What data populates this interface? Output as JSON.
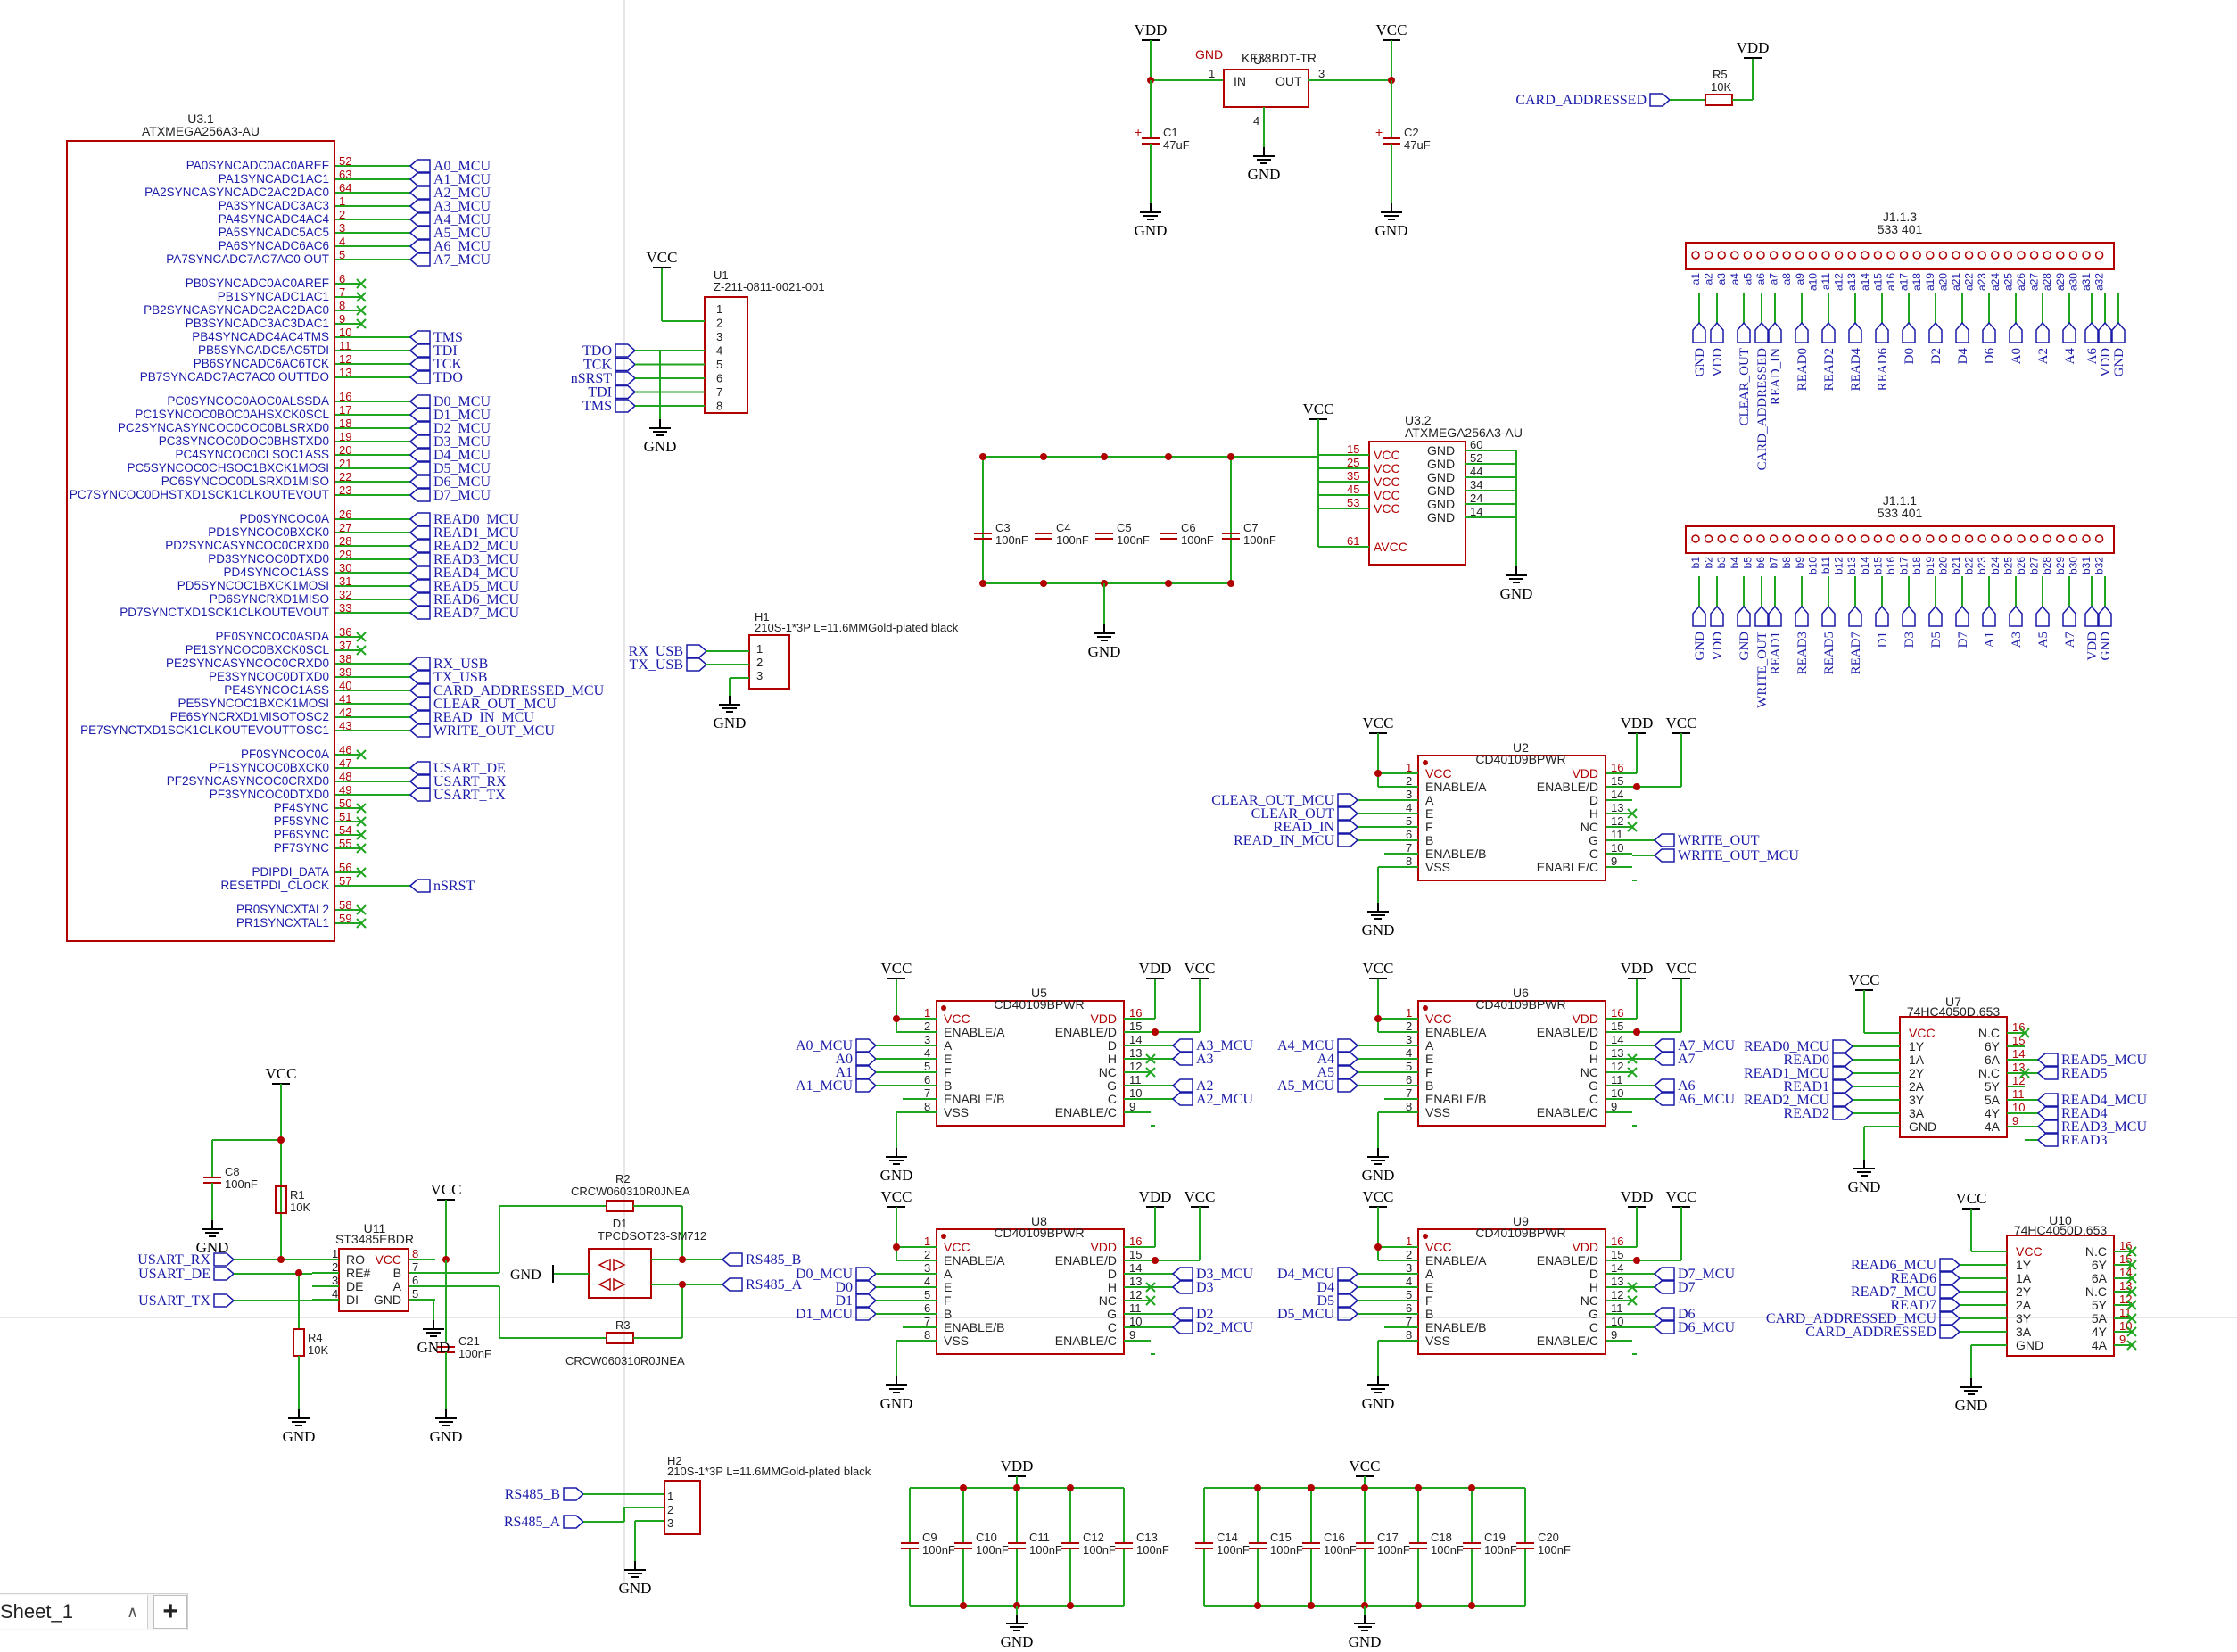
{
  "sheet": {
    "tab_label": "Sheet_1",
    "add_label": "+",
    "dropdown_icon": "chevron-up-icon"
  },
  "colors": {
    "wire": "#1fa51f",
    "body": "#b00000",
    "pin_text": "#b00000",
    "net_label": "#1a1aa8",
    "text": "#222222",
    "power": "#000000",
    "noconnect": "#1fa51f"
  },
  "mcu": {
    "ref": "U3.1",
    "part": "ATXMEGA256A3-AU",
    "pins": [
      {
        "name": "PA0SYNCADC0AC0AREF",
        "num": "52",
        "net": "A0_MCU"
      },
      {
        "name": "PA1SYNCADC1AC1",
        "num": "63",
        "net": "A1_MCU"
      },
      {
        "name": "PA2SYNCASYNCADC2AC2DAC0",
        "num": "64",
        "net": "A2_MCU"
      },
      {
        "name": "PA3SYNCADC3AC3",
        "num": "1",
        "net": "A3_MCU"
      },
      {
        "name": "PA4SYNCADC4AC4",
        "num": "2",
        "net": "A4_MCU"
      },
      {
        "name": "PA5SYNCADC5AC5",
        "num": "3",
        "net": "A5_MCU"
      },
      {
        "name": "PA6SYNCADC6AC6",
        "num": "4",
        "net": "A6_MCU"
      },
      {
        "name": "PA7SYNCADC7AC7AC0 OUT",
        "num": "5",
        "net": "A7_MCU"
      },
      {
        "gap": true
      },
      {
        "name": "PB0SYNCADC0AC0AREF",
        "num": "6",
        "net": ""
      },
      {
        "name": "PB1SYNCADC1AC1",
        "num": "7",
        "net": ""
      },
      {
        "name": "PB2SYNCASYNCADC2AC2DAC0",
        "num": "8",
        "net": ""
      },
      {
        "name": "PB3SYNCADC3AC3DAC1",
        "num": "9",
        "net": ""
      },
      {
        "name": "PB4SYNCADC4AC4TMS",
        "num": "10",
        "net": "TMS"
      },
      {
        "name": "PB5SYNCADC5AC5TDI",
        "num": "11",
        "net": "TDI"
      },
      {
        "name": "PB6SYNCADC6AC6TCK",
        "num": "12",
        "net": "TCK"
      },
      {
        "name": "PB7SYNCADC7AC7AC0 OUTTDO",
        "num": "13",
        "net": "TDO"
      },
      {
        "gap": true
      },
      {
        "name": "PC0SYNCOC0AOC0ALSSDA",
        "num": "16",
        "net": "D0_MCU"
      },
      {
        "name": "PC1SYNCOC0BOC0AHSXCK0SCL",
        "num": "17",
        "net": "D1_MCU"
      },
      {
        "name": "PC2SYNCASYNCOC0COC0BLSRXD0",
        "num": "18",
        "net": "D2_MCU"
      },
      {
        "name": "PC3SYNCOC0DOC0BHSTXD0",
        "num": "19",
        "net": "D3_MCU"
      },
      {
        "name": "PC4SYNCOC0CLSOC1ASS",
        "num": "20",
        "net": "D4_MCU"
      },
      {
        "name": "PC5SYNCOC0CHSOC1BXCK1MOSI",
        "num": "21",
        "net": "D5_MCU"
      },
      {
        "name": "PC6SYNCOC0DLSRXD1MISO",
        "num": "22",
        "net": "D6_MCU"
      },
      {
        "name": "PC7SYNCOC0DHSTXD1SCK1CLKOUTEVOUT",
        "num": "23",
        "net": "D7_MCU"
      },
      {
        "gap": true
      },
      {
        "name": "PD0SYNCOC0A",
        "num": "26",
        "net": "READ0_MCU"
      },
      {
        "name": "PD1SYNCOC0BXCK0",
        "num": "27",
        "net": "READ1_MCU"
      },
      {
        "name": "PD2SYNCASYNCOC0CRXD0",
        "num": "28",
        "net": "READ2_MCU"
      },
      {
        "name": "PD3SYNCOC0DTXD0",
        "num": "29",
        "net": "READ3_MCU"
      },
      {
        "name": "PD4SYNCOC1ASS",
        "num": "30",
        "net": "READ4_MCU"
      },
      {
        "name": "PD5SYNCOC1BXCK1MOSI",
        "num": "31",
        "net": "READ5_MCU"
      },
      {
        "name": "PD6SYNCRXD1MISO",
        "num": "32",
        "net": "READ6_MCU"
      },
      {
        "name": "PD7SYNCTXD1SCK1CLKOUTEVOUT",
        "num": "33",
        "net": "READ7_MCU"
      },
      {
        "gap": true
      },
      {
        "name": "PE0SYNCOC0ASDA",
        "num": "36",
        "net": ""
      },
      {
        "name": "PE1SYNCOC0BXCK0SCL",
        "num": "37",
        "net": ""
      },
      {
        "name": "PE2SYNCASYNCOC0CRXD0",
        "num": "38",
        "net": "RX_USB"
      },
      {
        "name": "PE3SYNCOC0DTXD0",
        "num": "39",
        "net": "TX_USB"
      },
      {
        "name": "PE4SYNCOC1ASS",
        "num": "40",
        "net": "CARD_ADDRESSED_MCU"
      },
      {
        "name": "PE5SYNCOC1BXCK1MOSI",
        "num": "41",
        "net": "CLEAR_OUT_MCU"
      },
      {
        "name": "PE6SYNCRXD1MISOTOSC2",
        "num": "42",
        "net": "READ_IN_MCU"
      },
      {
        "name": "PE7SYNCTXD1SCK1CLKOUTEVOUTTOSC1",
        "num": "43",
        "net": "WRITE_OUT_MCU"
      },
      {
        "gap": true
      },
      {
        "name": "PF0SYNCOC0A",
        "num": "46",
        "net": ""
      },
      {
        "name": "PF1SYNCOC0BXCK0",
        "num": "47",
        "net": "USART_DE"
      },
      {
        "name": "PF2SYNCASYNCOC0CRXD0",
        "num": "48",
        "net": "USART_RX"
      },
      {
        "name": "PF3SYNCOC0DTXD0",
        "num": "49",
        "net": "USART_TX"
      },
      {
        "name": "PF4SYNC",
        "num": "50",
        "net": ""
      },
      {
        "name": "PF5SYNC",
        "num": "51",
        "net": ""
      },
      {
        "name": "PF6SYNC",
        "num": "54",
        "net": ""
      },
      {
        "name": "PF7SYNC",
        "num": "55",
        "net": ""
      },
      {
        "gap": true
      },
      {
        "name": "PDIPDI_DATA",
        "num": "56",
        "net": ""
      },
      {
        "name": "RESETPDI_CLOCK",
        "num": "57",
        "net": "nSRST"
      },
      {
        "gap": true
      },
      {
        "name": "PR0SYNCXTAL2",
        "num": "58",
        "net": ""
      },
      {
        "name": "PR1SYNCXTAL1",
        "num": "59",
        "net": ""
      }
    ]
  },
  "regulator": {
    "ref": "U4",
    "part": "KF33BDT-TR",
    "in": "IN",
    "out": "OUT",
    "gnd_label": "GND",
    "pin1": "1",
    "pin3": "3",
    "pin4": "4",
    "c1_ref": "C1",
    "c1_val": "47uF",
    "c2_ref": "C2",
    "c2_val": "47uF",
    "vdd": "VDD",
    "vcc": "VCC",
    "gnd": "GND"
  },
  "r5": {
    "ref": "R5",
    "val": "10K",
    "net": "CARD_ADDRESSED",
    "vdd": "VDD"
  },
  "jtag": {
    "ref": "U1",
    "part": "Z-211-0811-0021-001",
    "vcc": "VCC",
    "gnd": "GND",
    "pins": [
      "1",
      "2",
      "3",
      "4",
      "5",
      "6",
      "7",
      "8"
    ],
    "nets": [
      "TDO",
      "TCK",
      "nSRST",
      "TDI",
      "TMS"
    ]
  },
  "usb_header": {
    "ref": "H1",
    "part": "210S-1*3P L=11.6MMGold-plated black",
    "nets": [
      "RX_USB",
      "TX_USB"
    ],
    "pins": [
      "1",
      "2",
      "3"
    ],
    "gnd": "GND"
  },
  "rs_header": {
    "ref": "H2",
    "part": "210S-1*3P L=11.6MMGold-plated black",
    "nets": [
      "RS485_B",
      "RS485_A"
    ],
    "pins": [
      "1",
      "2",
      "3"
    ],
    "gnd": "GND"
  },
  "mcu_power": {
    "ref": "U3.2",
    "part": "ATXMEGA256A3-AU",
    "vcc": "VCC",
    "gnd": "GND",
    "left_pins": [
      {
        "num": "15",
        "name": "VCC"
      },
      {
        "num": "25",
        "name": "VCC"
      },
      {
        "num": "35",
        "name": "VCC"
      },
      {
        "num": "45",
        "name": "VCC"
      },
      {
        "num": "53",
        "name": "VCC"
      },
      {
        "num": "61",
        "name": "AVCC"
      }
    ],
    "right_pins": [
      {
        "num": "60",
        "name": "GND"
      },
      {
        "num": "52",
        "name": "GND"
      },
      {
        "num": "44",
        "name": "GND"
      },
      {
        "num": "34",
        "name": "GND"
      },
      {
        "num": "24",
        "name": "GND"
      },
      {
        "num": "14",
        "name": "GND"
      }
    ],
    "caps": [
      {
        "ref": "C3",
        "val": "100nF"
      },
      {
        "ref": "C4",
        "val": "100nF"
      },
      {
        "ref": "C5",
        "val": "100nF"
      },
      {
        "ref": "C6",
        "val": "100nF"
      },
      {
        "ref": "C7",
        "val": "100nF"
      }
    ]
  },
  "connectors": [
    {
      "ref": "J1.1.3",
      "part": "533 401",
      "pins": [
        "a1",
        "a2",
        "a3",
        "a4",
        "a5",
        "a6",
        "a7",
        "a8",
        "a9",
        "a10",
        "a11",
        "a12",
        "a13",
        "a14",
        "a15",
        "a16",
        "a17",
        "a18",
        "a19",
        "a20",
        "a21",
        "a22",
        "a23",
        "a24",
        "a25",
        "a26",
        "a27",
        "a28",
        "a29",
        "a30",
        "a31",
        "a32"
      ],
      "nets": [
        "GND",
        "VDD",
        "CLEAR_OUT",
        "CARD_ADDRESSED",
        "READ_IN",
        "READ0",
        "READ2",
        "READ4",
        "READ6",
        "D0",
        "D2",
        "D4",
        "D6",
        "A0",
        "A2",
        "A4",
        "A6",
        "VDD",
        "GND"
      ]
    },
    {
      "ref": "J1.1.1",
      "part": "533 401",
      "pins": [
        "b1",
        "b2",
        "b3",
        "b4",
        "b5",
        "b6",
        "b7",
        "b8",
        "b9",
        "b10",
        "b11",
        "b12",
        "b13",
        "b14",
        "b15",
        "b16",
        "b17",
        "b18",
        "b19",
        "b20",
        "b21",
        "b22",
        "b23",
        "b24",
        "b25",
        "b26",
        "b27",
        "b28",
        "b29",
        "b30",
        "b31",
        "b32"
      ],
      "nets": [
        "GND",
        "VDD",
        "GND",
        "WRITE_OUT",
        "READ1",
        "READ3",
        "READ5",
        "READ7",
        "D1",
        "D3",
        "D5",
        "D7",
        "A1",
        "A3",
        "A5",
        "A7",
        "VDD",
        "GND"
      ]
    }
  ],
  "buffers": [
    {
      "ref": "U2",
      "part": "CD40109BPWR",
      "vcc": "VCC",
      "vdd": "VDD",
      "gnd": "GND",
      "left": [
        "VCC",
        "ENABLE/A",
        "A",
        "E",
        "F",
        "B",
        "ENABLE/B",
        "VSS"
      ],
      "left_nums": [
        "1",
        "2",
        "3",
        "4",
        "5",
        "6",
        "7",
        "8"
      ],
      "right": [
        "VDD",
        "ENABLE/D",
        "D",
        "H",
        "NC",
        "G",
        "C",
        "ENABLE/C"
      ],
      "right_nums": [
        "16",
        "15",
        "14",
        "13",
        "12",
        "11",
        "10",
        "9"
      ],
      "in_nets": [
        "CLEAR_OUT_MCU",
        "CLEAR_OUT",
        "READ_IN",
        "READ_IN_MCU"
      ],
      "out_nets": [
        "WRITE_OUT",
        "WRITE_OUT_MCU"
      ]
    },
    {
      "ref": "U5",
      "part": "CD40109BPWR",
      "vcc": "VCC",
      "vdd": "VDD",
      "gnd": "GND",
      "left": [
        "VCC",
        "ENABLE/A",
        "A",
        "E",
        "F",
        "B",
        "ENABLE/B",
        "VSS"
      ],
      "left_nums": [
        "1",
        "2",
        "3",
        "4",
        "5",
        "6",
        "7",
        "8"
      ],
      "right": [
        "VDD",
        "ENABLE/D",
        "D",
        "H",
        "NC",
        "G",
        "C",
        "ENABLE/C"
      ],
      "right_nums": [
        "16",
        "15",
        "14",
        "13",
        "12",
        "11",
        "10",
        "9"
      ],
      "in_nets": [
        "A0_MCU",
        "A0",
        "A1",
        "A1_MCU"
      ],
      "out_nets": [
        "A3_MCU",
        "A3",
        "A2",
        "A2_MCU"
      ]
    },
    {
      "ref": "U6",
      "part": "CD40109BPWR",
      "vcc": "VCC",
      "vdd": "VDD",
      "gnd": "GND",
      "left": [
        "VCC",
        "ENABLE/A",
        "A",
        "E",
        "F",
        "B",
        "ENABLE/B",
        "VSS"
      ],
      "left_nums": [
        "1",
        "2",
        "3",
        "4",
        "5",
        "6",
        "7",
        "8"
      ],
      "right": [
        "VDD",
        "ENABLE/D",
        "D",
        "H",
        "NC",
        "G",
        "C",
        "ENABLE/C"
      ],
      "right_nums": [
        "16",
        "15",
        "14",
        "13",
        "12",
        "11",
        "10",
        "9"
      ],
      "in_nets": [
        "A4_MCU",
        "A4",
        "A5",
        "A5_MCU"
      ],
      "out_nets": [
        "A7_MCU",
        "A7",
        "A6",
        "A6_MCU"
      ]
    },
    {
      "ref": "U8",
      "part": "CD40109BPWR",
      "vcc": "VCC",
      "vdd": "VDD",
      "gnd": "GND",
      "left": [
        "VCC",
        "ENABLE/A",
        "A",
        "E",
        "F",
        "B",
        "ENABLE/B",
        "VSS"
      ],
      "left_nums": [
        "1",
        "2",
        "3",
        "4",
        "5",
        "6",
        "7",
        "8"
      ],
      "right": [
        "VDD",
        "ENABLE/D",
        "D",
        "H",
        "NC",
        "G",
        "C",
        "ENABLE/C"
      ],
      "right_nums": [
        "16",
        "15",
        "14",
        "13",
        "12",
        "11",
        "10",
        "9"
      ],
      "in_nets": [
        "D0_MCU",
        "D0",
        "D1",
        "D1_MCU"
      ],
      "out_nets": [
        "D3_MCU",
        "D3",
        "D2",
        "D2_MCU"
      ]
    },
    {
      "ref": "U9",
      "part": "CD40109BPWR",
      "vcc": "VCC",
      "vdd": "VDD",
      "gnd": "GND",
      "left": [
        "VCC",
        "ENABLE/A",
        "A",
        "E",
        "F",
        "B",
        "ENABLE/B",
        "VSS"
      ],
      "left_nums": [
        "1",
        "2",
        "3",
        "4",
        "5",
        "6",
        "7",
        "8"
      ],
      "right": [
        "VDD",
        "ENABLE/D",
        "D",
        "H",
        "NC",
        "G",
        "C",
        "ENABLE/C"
      ],
      "right_nums": [
        "16",
        "15",
        "14",
        "13",
        "12",
        "11",
        "10",
        "9"
      ],
      "in_nets": [
        "D4_MCU",
        "D4",
        "D5",
        "D5_MCU"
      ],
      "out_nets": [
        "D7_MCU",
        "D7",
        "D6",
        "D6_MCU"
      ]
    }
  ],
  "hc4050": [
    {
      "ref": "U7",
      "part": "74HC4050D,653",
      "vcc": "VCC",
      "gnd": "GND",
      "left": [
        "VCC",
        "1Y",
        "1A",
        "2Y",
        "2A",
        "3Y",
        "3A",
        "GND"
      ],
      "right": [
        "N.C",
        "6Y",
        "6A",
        "N.C",
        "5Y",
        "5A",
        "4Y",
        "4A"
      ],
      "right_nums": [
        "16",
        "15",
        "14",
        "13",
        "12",
        "11",
        "10",
        "9"
      ],
      "left_nets": [
        "READ0_MCU",
        "READ0",
        "READ1_MCU",
        "READ1",
        "READ2_MCU",
        "READ2"
      ],
      "right_nets": [
        "READ5_MCU",
        "READ5",
        "READ4_MCU",
        "READ4",
        "READ3_MCU",
        "READ3"
      ]
    },
    {
      "ref": "U10",
      "part": "74HC4050D,653",
      "vcc": "VCC",
      "gnd": "GND",
      "left": [
        "VCC",
        "1Y",
        "1A",
        "2Y",
        "2A",
        "3Y",
        "3A",
        "GND"
      ],
      "right": [
        "N.C",
        "6Y",
        "6A",
        "N.C",
        "5Y",
        "5A",
        "4Y",
        "4A"
      ],
      "right_nums": [
        "16",
        "15",
        "14",
        "13",
        "12",
        "11",
        "10",
        "9"
      ],
      "left_nets": [
        "READ6_MCU",
        "READ6",
        "READ7_MCU",
        "READ7",
        "CARD_ADDRESSED_MCU",
        "CARD_ADDRESSED"
      ],
      "right_nets": []
    }
  ],
  "rs485": {
    "ref": "U11",
    "part": "ST3485EBDR",
    "vcc": "VCC",
    "gnd": "GND",
    "left": [
      "RO",
      "RE#",
      "DE",
      "DI"
    ],
    "left_nums": [
      "1",
      "2",
      "3",
      "4"
    ],
    "right": [
      "VCC",
      "B",
      "A",
      "GND"
    ],
    "right_nums": [
      "8",
      "7",
      "6",
      "5"
    ],
    "nets": [
      "USART_RX",
      "USART_DE",
      "USART_TX"
    ],
    "c8_ref": "C8",
    "c8_val": "100nF",
    "r1_ref": "R1",
    "r1_val": "10K",
    "r4_ref": "R4",
    "r4_val": "10K",
    "c21_ref": "C21",
    "c21_val": "100nF",
    "r2_ref": "R2",
    "r2_part": "CRCW060310R0JNEA",
    "r3_ref": "R3",
    "r3_part": "CRCW060310R0JNEA",
    "d1_ref": "D1",
    "d1_part": "TPCDSOT23-SM712",
    "bus": [
      "RS485_B",
      "RS485_A"
    ]
  },
  "decoupling": [
    {
      "rail": "VDD",
      "gnd": "GND",
      "caps": [
        {
          "ref": "C9",
          "val": "100nF"
        },
        {
          "ref": "C10",
          "val": "100nF"
        },
        {
          "ref": "C11",
          "val": "100nF"
        },
        {
          "ref": "C12",
          "val": "100nF"
        },
        {
          "ref": "C13",
          "val": "100nF"
        }
      ]
    },
    {
      "rail": "VCC",
      "gnd": "GND",
      "caps": [
        {
          "ref": "C14",
          "val": "100nF"
        },
        {
          "ref": "C15",
          "val": "100nF"
        },
        {
          "ref": "C16",
          "val": "100nF"
        },
        {
          "ref": "C17",
          "val": "100nF"
        },
        {
          "ref": "C18",
          "val": "100nF"
        },
        {
          "ref": "C19",
          "val": "100nF"
        },
        {
          "ref": "C20",
          "val": "100nF"
        }
      ]
    }
  ]
}
